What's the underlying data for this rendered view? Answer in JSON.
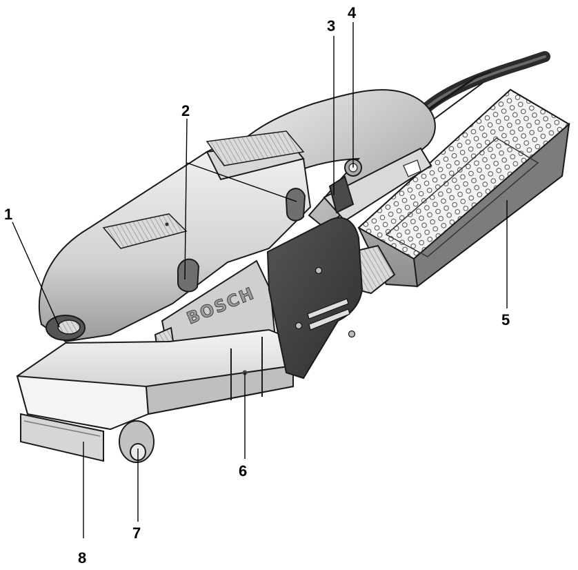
{
  "brand_text": "BOSCH",
  "callouts": [
    "1",
    "2",
    "3",
    "4",
    "5",
    "6",
    "7",
    "8"
  ],
  "colors": {
    "body_light": "#e6e6e6",
    "body_mid": "#c9c9c9",
    "body_dark": "#8f8f8f",
    "cover_dark": "#3d3d3d",
    "outline": "#1a1a1a",
    "cable": "#2b2b2b"
  }
}
